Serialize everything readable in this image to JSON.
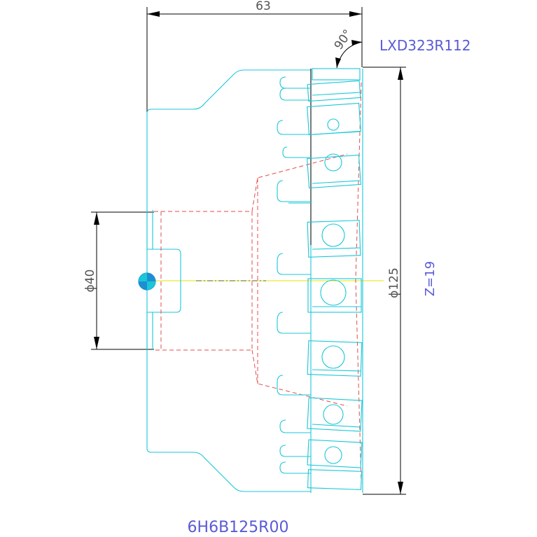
{
  "drawing": {
    "dim_width": "63",
    "angle": "90°",
    "model_top": "LXD323R112",
    "dim_bore": "ϕ40",
    "dim_outer": "ϕ125",
    "teeth": "Z=19",
    "model_bottom": "6H6B125R00"
  },
  "colors": {
    "outline": "#19c7d8",
    "hidden": "#e34b4b",
    "label": "#5a5ad6",
    "centerline": "#e6e600"
  }
}
